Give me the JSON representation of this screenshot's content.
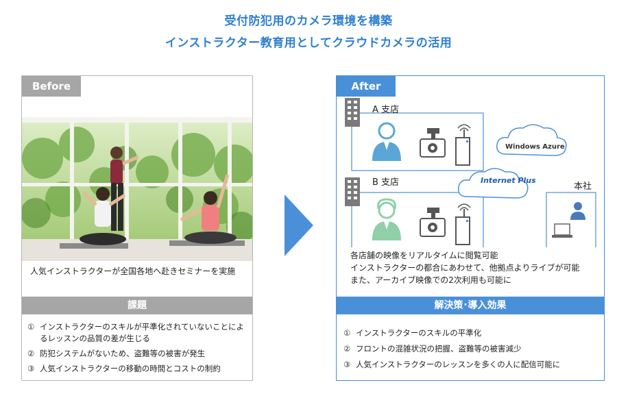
{
  "title": {
    "line1": "受付防犯用のカメラ環境を構築",
    "line2": "インストラクター教育用としてクラウドカメラの活用"
  },
  "before": {
    "tag": "Before",
    "caption": "人気インストラクターが全国各地へ赴きセミナーを実施",
    "issues_header": "課題",
    "issues": [
      {
        "num": "①",
        "text": "インストラクターのスキルが平準化されていないことによるレッスンの品質の差が生じる"
      },
      {
        "num": "②",
        "text": "防犯システムがないため、盗難等の被害が発生"
      },
      {
        "num": "③",
        "text": "人気インストラクターの移動の時間とコストの制約"
      }
    ]
  },
  "after": {
    "tag": "After",
    "branch_a": "A 支店",
    "branch_b": "B 支店",
    "hq": "本社",
    "cloud_label": "Windows Azure",
    "internet_label": "Internet Plus",
    "description": [
      "各店舗の映像をリアルタイムに閲覧可能",
      "インストラクターの都合にあわせて、他拠点よりライブが可能",
      "また、アーカイブ映像での2次利用も可能に"
    ],
    "solutions_header": "解決策･導入効果",
    "solutions": [
      {
        "num": "①",
        "text": "インストラクターのスキルの平準化"
      },
      {
        "num": "②",
        "text": "フロントの混雑状況の把握、盗難等の被害減少"
      },
      {
        "num": "③",
        "text": "人気インストラクターのレッスンを多くの人に配信可能に"
      }
    ]
  },
  "colors": {
    "accent_blue": "#4a90d9",
    "title_blue": "#2e7fd0",
    "before_gray": "#a6a6a6",
    "avatar_a": "#5aa6d6",
    "avatar_b": "#8fd0a8"
  }
}
